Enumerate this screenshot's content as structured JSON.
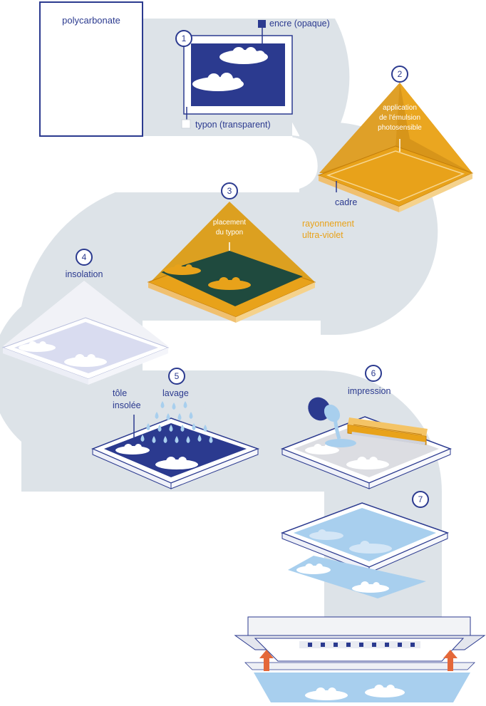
{
  "colors": {
    "path": "#dde3e8",
    "navy": "#2b3a8f",
    "gold": "#e8a21a",
    "gold_dark": "#d08a0e",
    "green": "#1f4a3e",
    "light_blue": "#a8cfee",
    "lavender": "#d9dcf0",
    "orange_arrow": "#e4683a"
  },
  "labels": {
    "polycarbonate": "polycarbonate",
    "encre": "encre (opaque)",
    "typon": "typon (transparent)",
    "application_line1": "application",
    "application_line2": "de l'émulsion",
    "application_line3": "photosensible",
    "cadre": "cadre",
    "rayonnement_line1": "rayonnement",
    "rayonnement_line2": "ultra-violet",
    "placement_line1": "placement",
    "placement_line2": "du typon",
    "insolation": "insolation",
    "tole_line1": "tôle",
    "tole_line2": "insolée",
    "lavage": "lavage",
    "impression": "impression"
  },
  "steps": [
    "1",
    "2",
    "3",
    "4",
    "5",
    "6",
    "7"
  ]
}
